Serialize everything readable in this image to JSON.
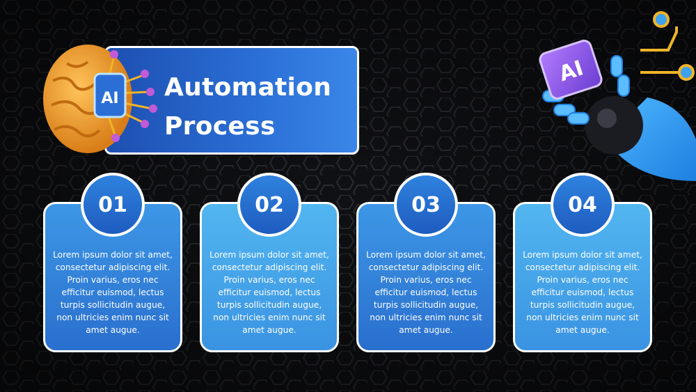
{
  "slide": {
    "title_line1": "Automation",
    "title_line2": "Process",
    "brain_chip_label": "AI",
    "robot_chip_label": "AI"
  },
  "steps": [
    {
      "number": "01",
      "text": "Lorem ipsum dolor sit amet, consectetur adipiscing elit. Proin varius, eros nec efficitur euismod, lectus turpis sollicitudin augue, non ultricies enim nunc sit amet augue."
    },
    {
      "number": "02",
      "text": "Lorem ipsum dolor sit amet, consectetur adipiscing elit. Proin varius, eros nec efficitur euismod, lectus turpis sollicitudin augue, non ultricies enim nunc sit amet augue."
    },
    {
      "number": "03",
      "text": "Lorem ipsum dolor sit amet, consectetur adipiscing elit. Proin varius, eros nec efficitur euismod, lectus turpis sollicitudin augue, non ultricies enim nunc sit amet augue."
    },
    {
      "number": "04",
      "text": "Lorem ipsum dolor sit amet, consectetur adipiscing elit. Proin varius, eros nec efficitur euismod, lectus turpis sollicitudin augue, non ultricies enim nunc sit amet augue."
    }
  ],
  "colors": {
    "background": "#0c0d0f",
    "primary_blue": "#2a6fce",
    "light_blue": "#52b6f0",
    "brain_orange": "#f2a93b",
    "chip_purple": "#8a4de0",
    "circuit_gold": "#f0b429"
  },
  "icons": [
    "brain-icon",
    "ai-chip-icon",
    "robot-hand-icon"
  ]
}
